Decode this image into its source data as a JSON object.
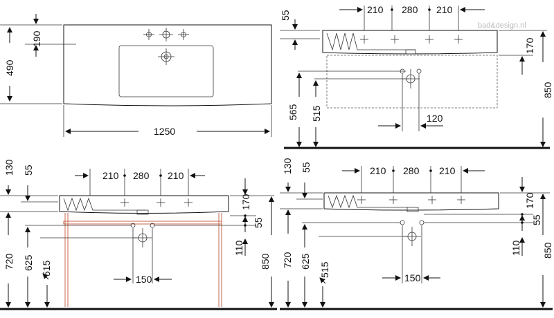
{
  "watermark": "bad&design.nl",
  "top_view": {
    "height_490": "490",
    "depth_190": "190",
    "width_1250": "1250"
  },
  "side_view": {
    "top_55": "55",
    "spacing_left": "210",
    "spacing_mid": "280",
    "spacing_right": "210",
    "bowl_170": "170",
    "height_850": "850",
    "height_565": "565",
    "height_515": "515",
    "trap_120": "120"
  },
  "front_view_legs": {
    "top_130": "130",
    "top_55": "55",
    "spacing_left": "210",
    "spacing_mid": "280",
    "spacing_right": "210",
    "bowl_170": "170",
    "gap_55": "55",
    "height_720": "720",
    "height_625": "625",
    "height_515": "515",
    "drain_110": "110",
    "height_850": "850",
    "trap_150": "150"
  },
  "front_view_wall": {
    "top_130": "130",
    "top_55": "55",
    "spacing_left": "210",
    "spacing_mid": "280",
    "spacing_right": "210",
    "bowl_170": "170",
    "gap_55": "55",
    "height_720": "720",
    "height_625": "625",
    "height_515": "515",
    "drain_110": "110",
    "height_850": "850",
    "trap_150": "150"
  }
}
